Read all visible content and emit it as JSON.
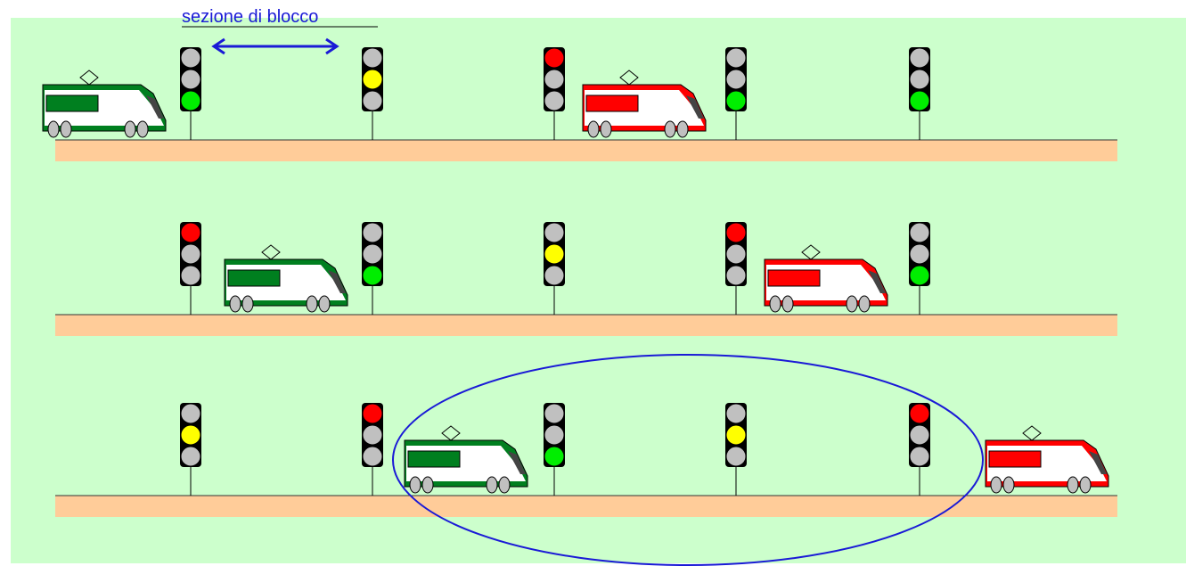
{
  "diagram": {
    "block_section_label": "sezione di blocco",
    "colors": {
      "background_panel": "#ccffcc",
      "track_bed": "#ffcc99",
      "rail_line": "#333333",
      "signal_body": "#000000",
      "lamp_off": "#c0c0c0",
      "lamp_red": "#ff0000",
      "lamp_yellow": "#ffff00",
      "lamp_green": "#00ee00",
      "train_green": "#007f1f",
      "train_red": "#ff0000",
      "accent_blue": "#1a1ad6"
    },
    "rows": [
      {
        "name": "row-1",
        "signals": [
          "green",
          "yellow",
          "red",
          "green",
          "green"
        ],
        "trains": [
          {
            "color": "green",
            "position": "before-signal-1"
          },
          {
            "color": "red",
            "position": "after-signal-3"
          }
        ]
      },
      {
        "name": "row-2",
        "signals": [
          "red",
          "green",
          "yellow",
          "red",
          "green"
        ],
        "trains": [
          {
            "color": "green",
            "position": "after-signal-1"
          },
          {
            "color": "red",
            "position": "after-signal-4"
          }
        ]
      },
      {
        "name": "row-3",
        "signals": [
          "yellow",
          "red",
          "green",
          "yellow",
          "red"
        ],
        "trains": [
          {
            "color": "green",
            "position": "after-signal-2"
          },
          {
            "color": "red",
            "position": "after-signal-5"
          }
        ],
        "highlight": "ellipse"
      }
    ]
  }
}
